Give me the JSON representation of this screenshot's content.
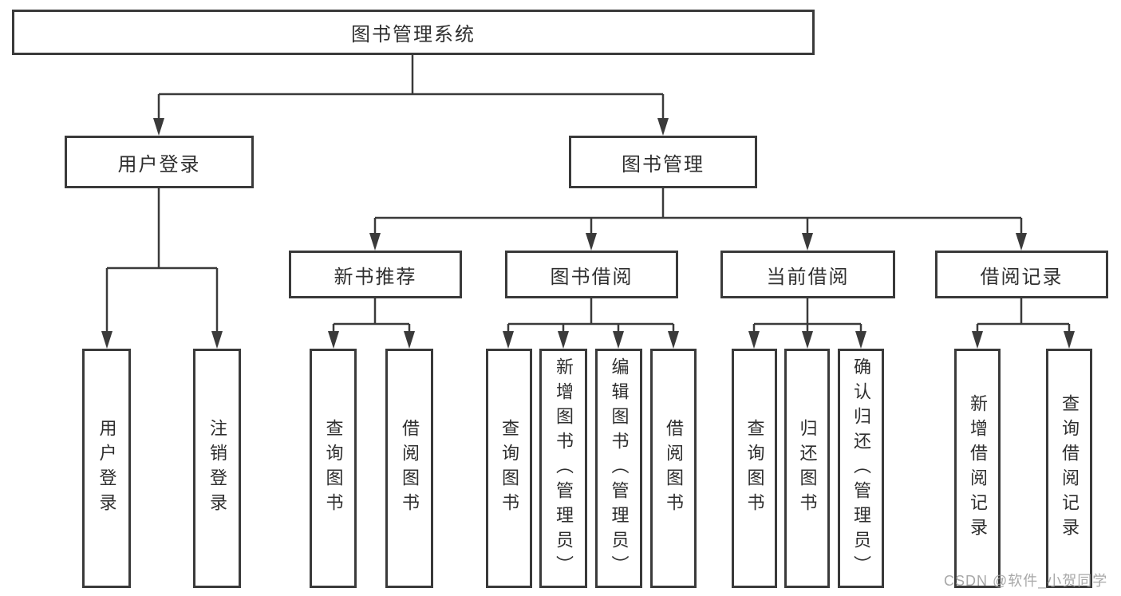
{
  "colors": {
    "line": "#3a3a3a",
    "box_border": "#3a3a3a",
    "text": "#2f2f2f",
    "background": "#ffffff",
    "watermark": "#9e9e9e"
  },
  "tree": {
    "root": "图书管理系统",
    "user": {
      "label": "用户登录",
      "children": [
        "用户登录",
        "注销登录"
      ]
    },
    "book": {
      "label": "图书管理",
      "groups": [
        {
          "label": "新书推荐",
          "children": [
            "查询图书",
            "借阅图书"
          ]
        },
        {
          "label": "图书借阅",
          "children": [
            "查询图书",
            "新增图书（管理员）",
            "编辑图书（管理员）",
            "借阅图书"
          ]
        },
        {
          "label": "当前借阅",
          "children": [
            "查询图书",
            "归还图书",
            "确认归还（管理员）"
          ]
        },
        {
          "label": "借阅记录",
          "children": [
            "新增借阅记录",
            "查询借阅记录"
          ]
        }
      ]
    }
  },
  "watermark": {
    "text": "CSDN @软件_小贺同学"
  }
}
